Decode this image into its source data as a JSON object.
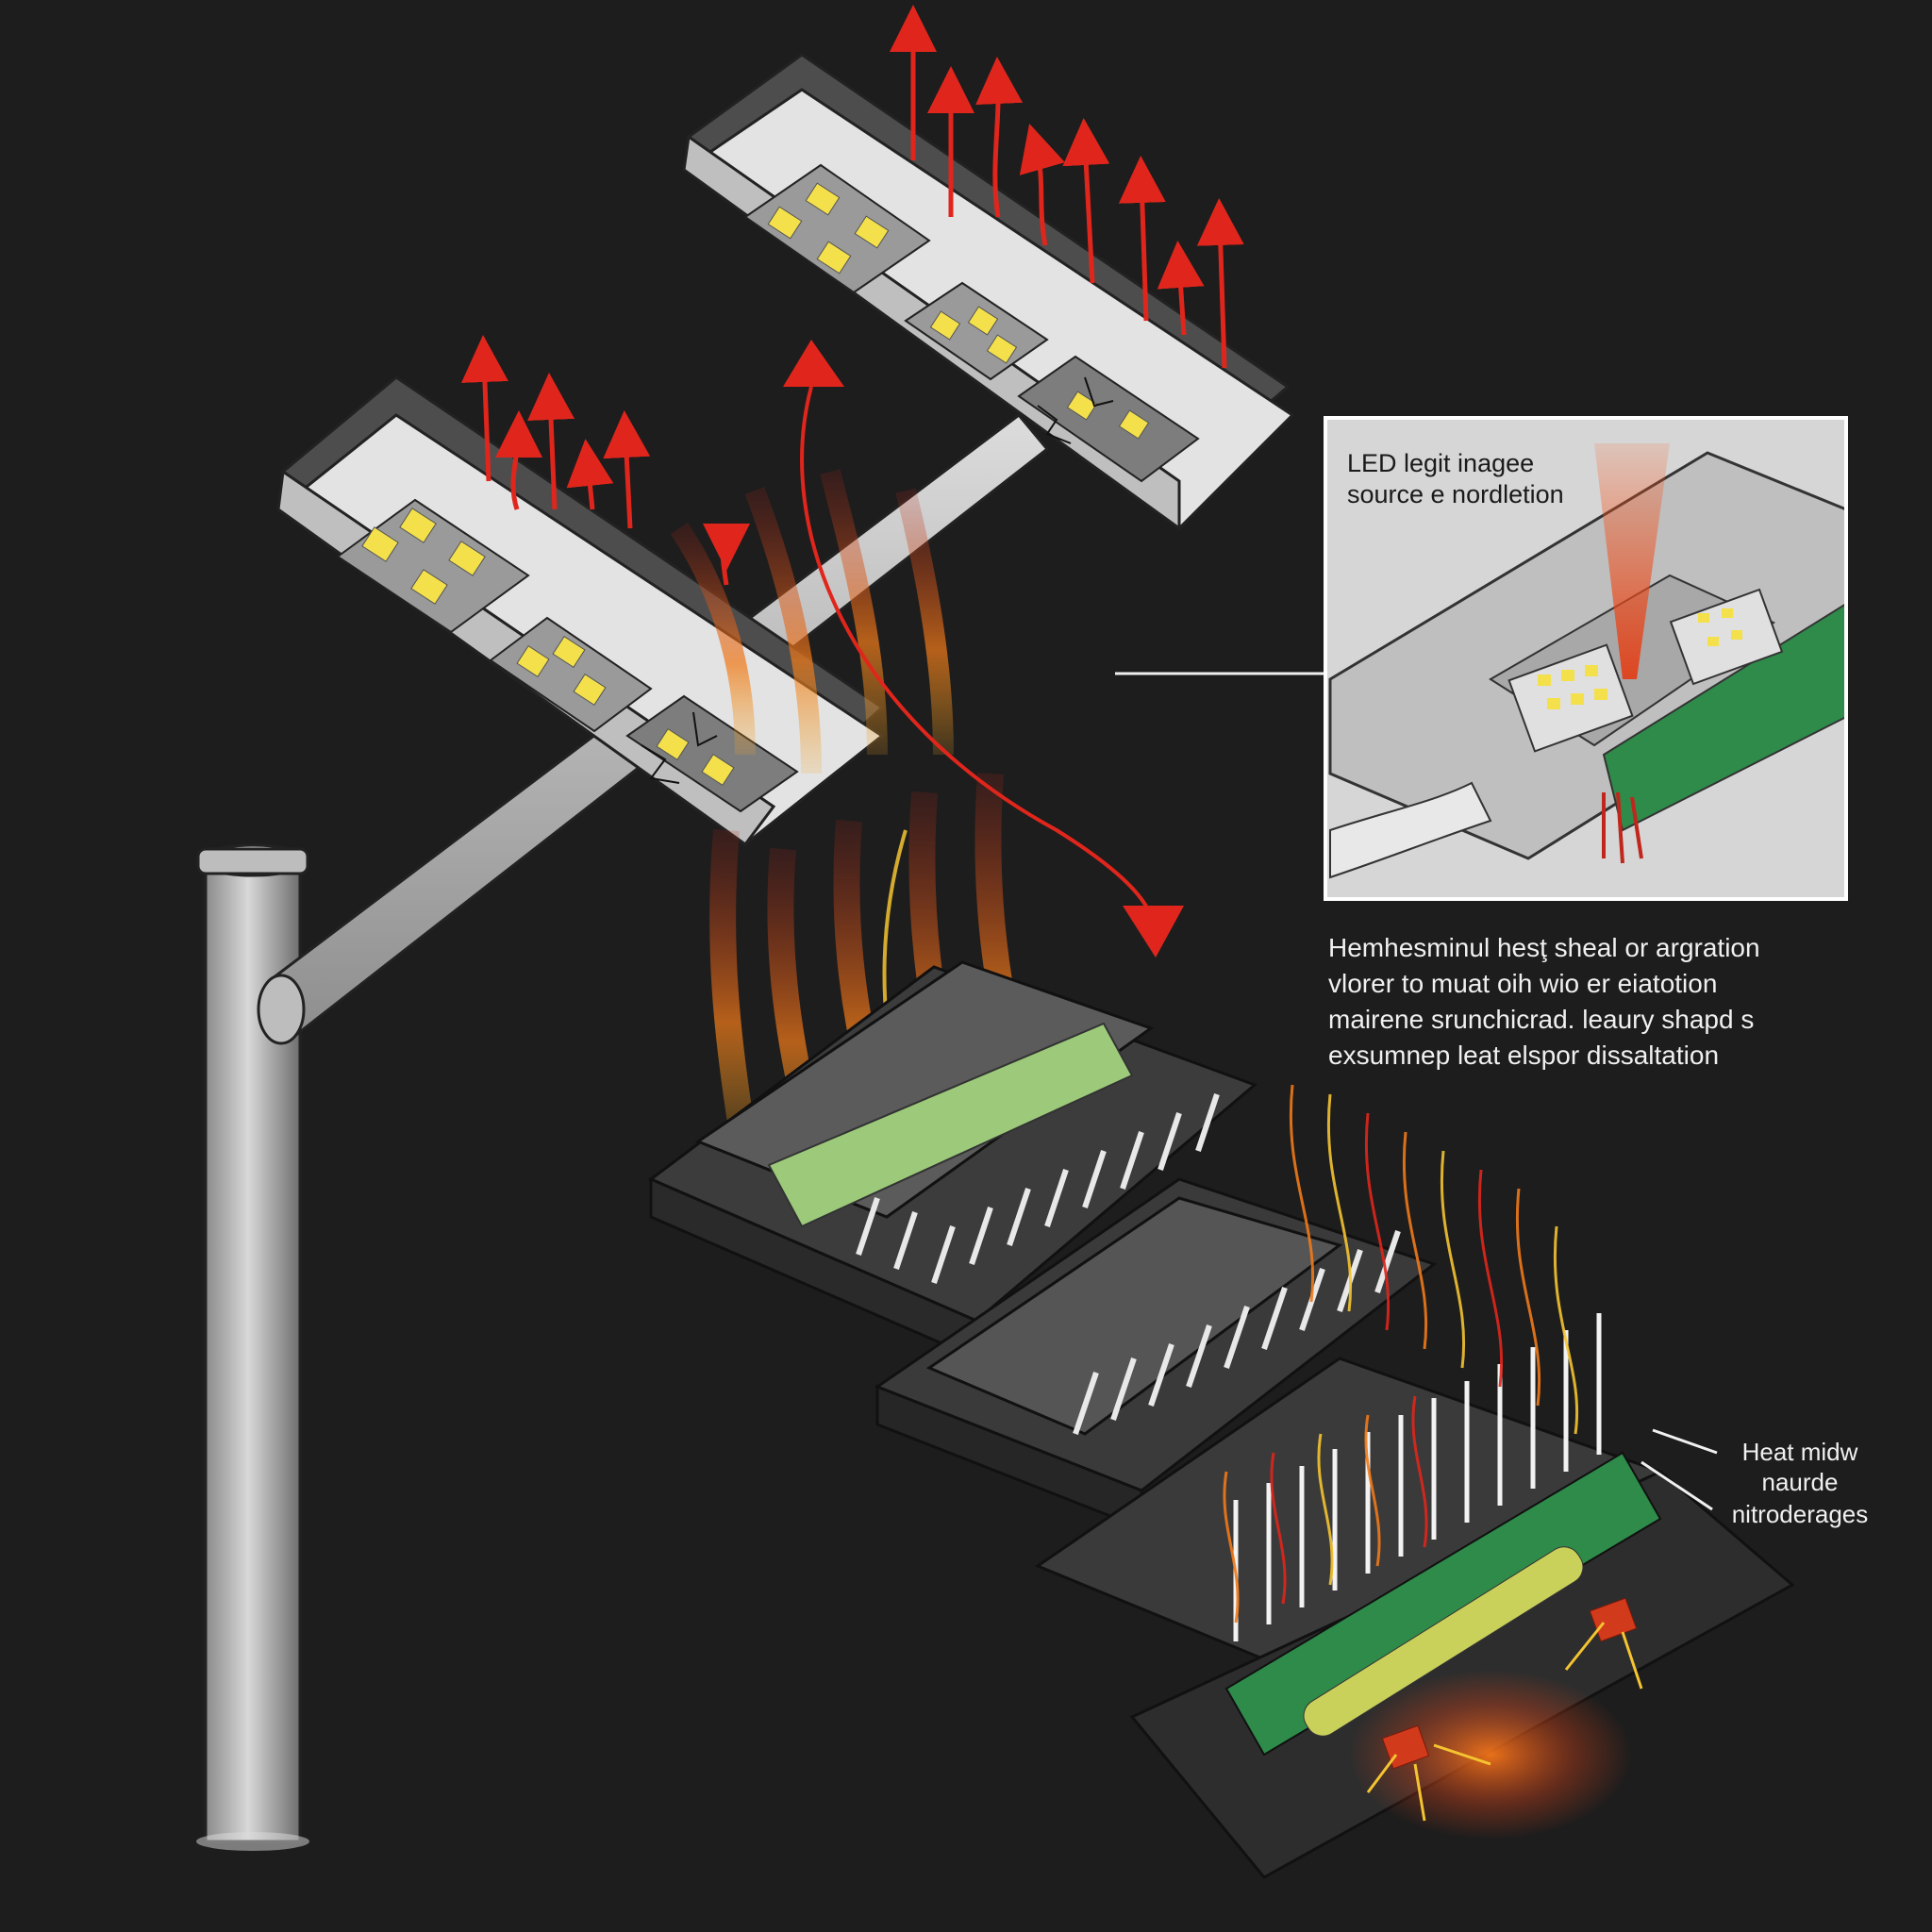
{
  "inset": {
    "caption_line1": "LED legit inagee",
    "caption_line2": "source e nordletion"
  },
  "description": {
    "line1": "Hemhesminul hesţ sheal or argration",
    "line2": "vlorer to muat oih wio er eiatotion",
    "line3": "mairene srunchicrad. leaury shapd s",
    "line4": "exsumnep leat elspor dissaltation"
  },
  "callout": {
    "line1": "Heat midw",
    "line2": "naurde",
    "line3": "nitroderages"
  },
  "colors": {
    "background": "#1d1d1d",
    "heat_red": "#e0261c",
    "heat_orange": "#f07a1a",
    "heat_yellow": "#f5c431",
    "led_yellow": "#f3e04a",
    "pcb_green": "#2e8b4a",
    "housing_light": "#dedede",
    "housing_dark": "#555555"
  }
}
